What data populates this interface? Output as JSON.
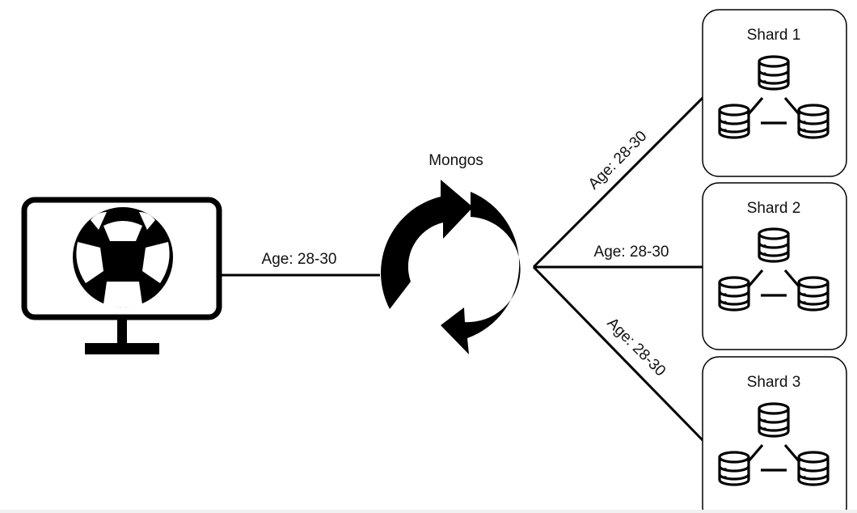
{
  "client": {
    "icon": "monitor-soccer-ball-icon"
  },
  "router": {
    "label": "Mongos",
    "icon": "sync-arrows-icon"
  },
  "edges": {
    "client_to_router": "Age: 28-30",
    "router_to_shard1": "Age: 28-30",
    "router_to_shard2": "Age: 28-30",
    "router_to_shard3": "Age: 28-30"
  },
  "shards": [
    {
      "title": "Shard 1",
      "icon": "database-replica-set-icon"
    },
    {
      "title": "Shard 2",
      "icon": "database-replica-set-icon"
    },
    {
      "title": "Shard 3",
      "icon": "database-replica-set-icon"
    }
  ],
  "colors": {
    "stroke": "#000000",
    "text": "#111111",
    "background": "#ffffff"
  }
}
